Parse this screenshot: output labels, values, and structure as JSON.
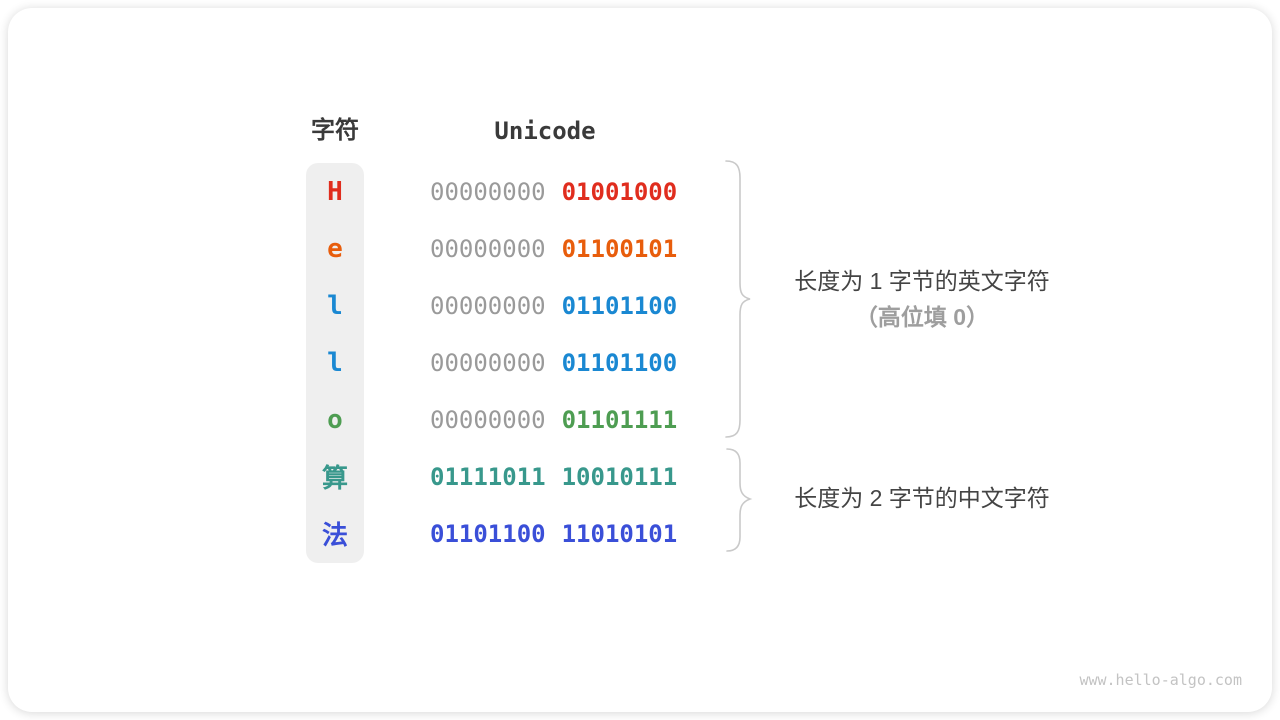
{
  "table": {
    "headers": {
      "char": "字符",
      "unicode": "Unicode"
    },
    "rows": [
      {
        "char": "H",
        "char_color": "#e02d1e",
        "byte1": "00000000",
        "byte1_color": "#9a9a9a",
        "byte1_weight": "400",
        "byte2": "01001000",
        "byte2_color": "#e02d1e"
      },
      {
        "char": "e",
        "char_color": "#e85d0c",
        "byte1": "00000000",
        "byte1_color": "#9a9a9a",
        "byte1_weight": "400",
        "byte2": "01100101",
        "byte2_color": "#e85d0c"
      },
      {
        "char": "l",
        "char_color": "#1a88d2",
        "byte1": "00000000",
        "byte1_color": "#9a9a9a",
        "byte1_weight": "400",
        "byte2": "01101100",
        "byte2_color": "#1a88d2"
      },
      {
        "char": "l",
        "char_color": "#1a88d2",
        "byte1": "00000000",
        "byte1_color": "#9a9a9a",
        "byte1_weight": "400",
        "byte2": "01101100",
        "byte2_color": "#1a88d2"
      },
      {
        "char": "o",
        "char_color": "#4e9d52",
        "byte1": "00000000",
        "byte1_color": "#9a9a9a",
        "byte1_weight": "400",
        "byte2": "01101111",
        "byte2_color": "#4e9d52"
      },
      {
        "char": "算",
        "char_color": "#38988c",
        "byte1": "01111011",
        "byte1_color": "#38988c",
        "byte1_weight": "700",
        "byte2": "10010111",
        "byte2_color": "#38988c"
      },
      {
        "char": "法",
        "char_color": "#3a4fd8",
        "byte1": "01101100",
        "byte1_color": "#3a4fd8",
        "byte1_weight": "700",
        "byte2": "11010101",
        "byte2_color": "#3a4fd8"
      }
    ]
  },
  "annotations": [
    {
      "line1": "长度为 1 字节的英文字符",
      "line2": "（高位填 0）"
    },
    {
      "line1": "长度为 2 字节的中文字符"
    }
  ],
  "colors": {
    "red": "#e02d1e",
    "orange": "#e85d0c",
    "blue": "#1a88d2",
    "green": "#4e9d52",
    "teal": "#38988c",
    "indigo": "#3a4fd8",
    "dim_bits": "#9a9a9a",
    "header_text": "#3a3a3a",
    "annotation_text": "#444444",
    "annotation_dim": "#9e9e9e",
    "brace": "#c9c9c9",
    "char_column_bg": "#efefef"
  },
  "footer": {
    "watermark": "www.hello-algo.com"
  }
}
